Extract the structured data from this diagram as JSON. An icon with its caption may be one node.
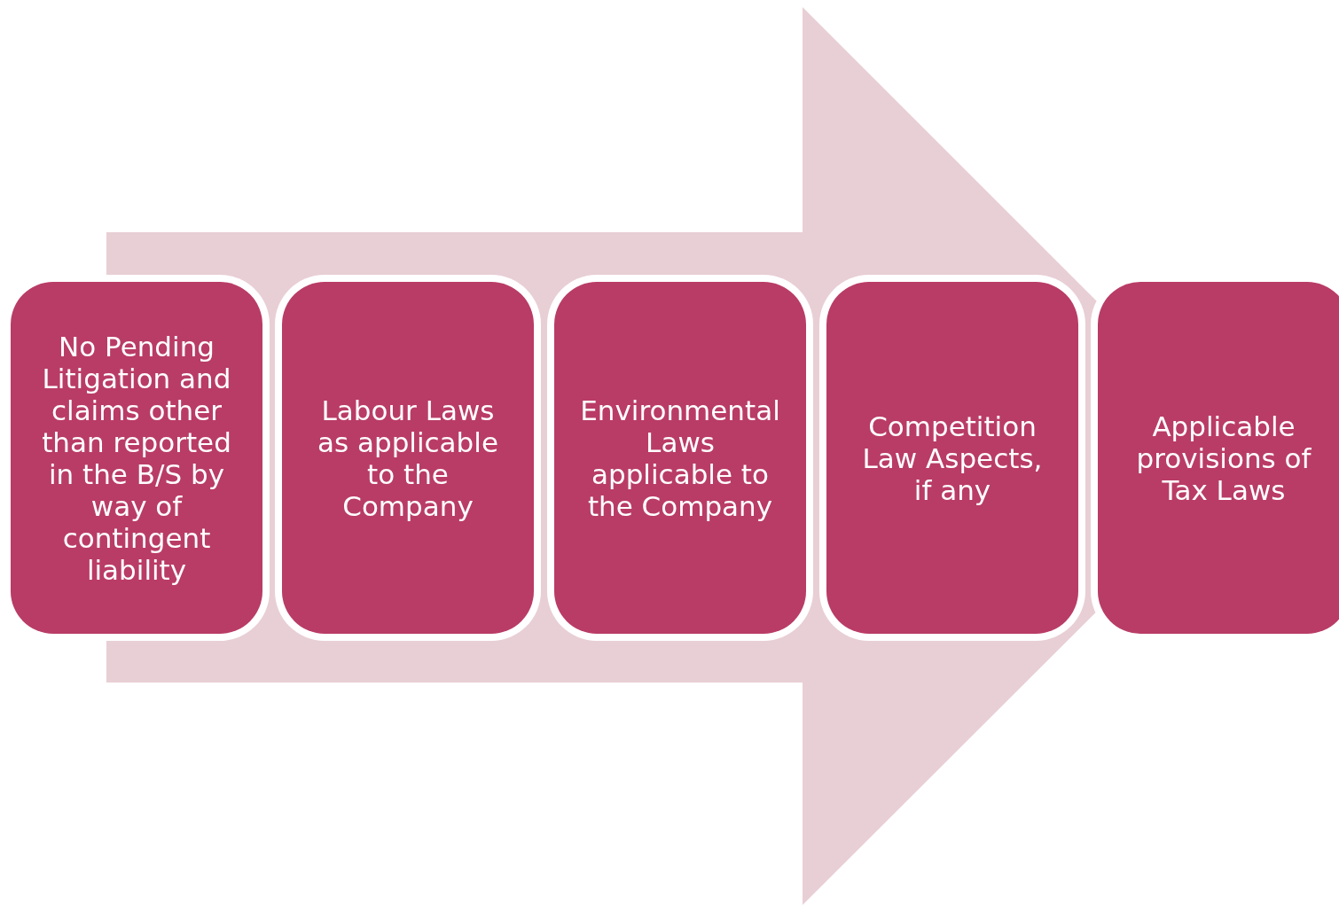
{
  "diagram": {
    "nodes": [
      {
        "text": [
          "No Pending Litigation and claims other than reported in the B/S by way of contingent liability"
        ]
      },
      {
        "text": [
          "Labour Laws as applicable to the Company"
        ]
      },
      {
        "text": [
          "Environmental Laws applicable to the Company"
        ]
      },
      {
        "text": [
          "Competition Law Aspects, if any"
        ]
      },
      {
        "text": [
          "Applicable provisions of Tax Laws"
        ]
      }
    ],
    "edges": [
      {
        "from": 0,
        "to": 4,
        "arrow": "to"
      }
    ]
  }
}
